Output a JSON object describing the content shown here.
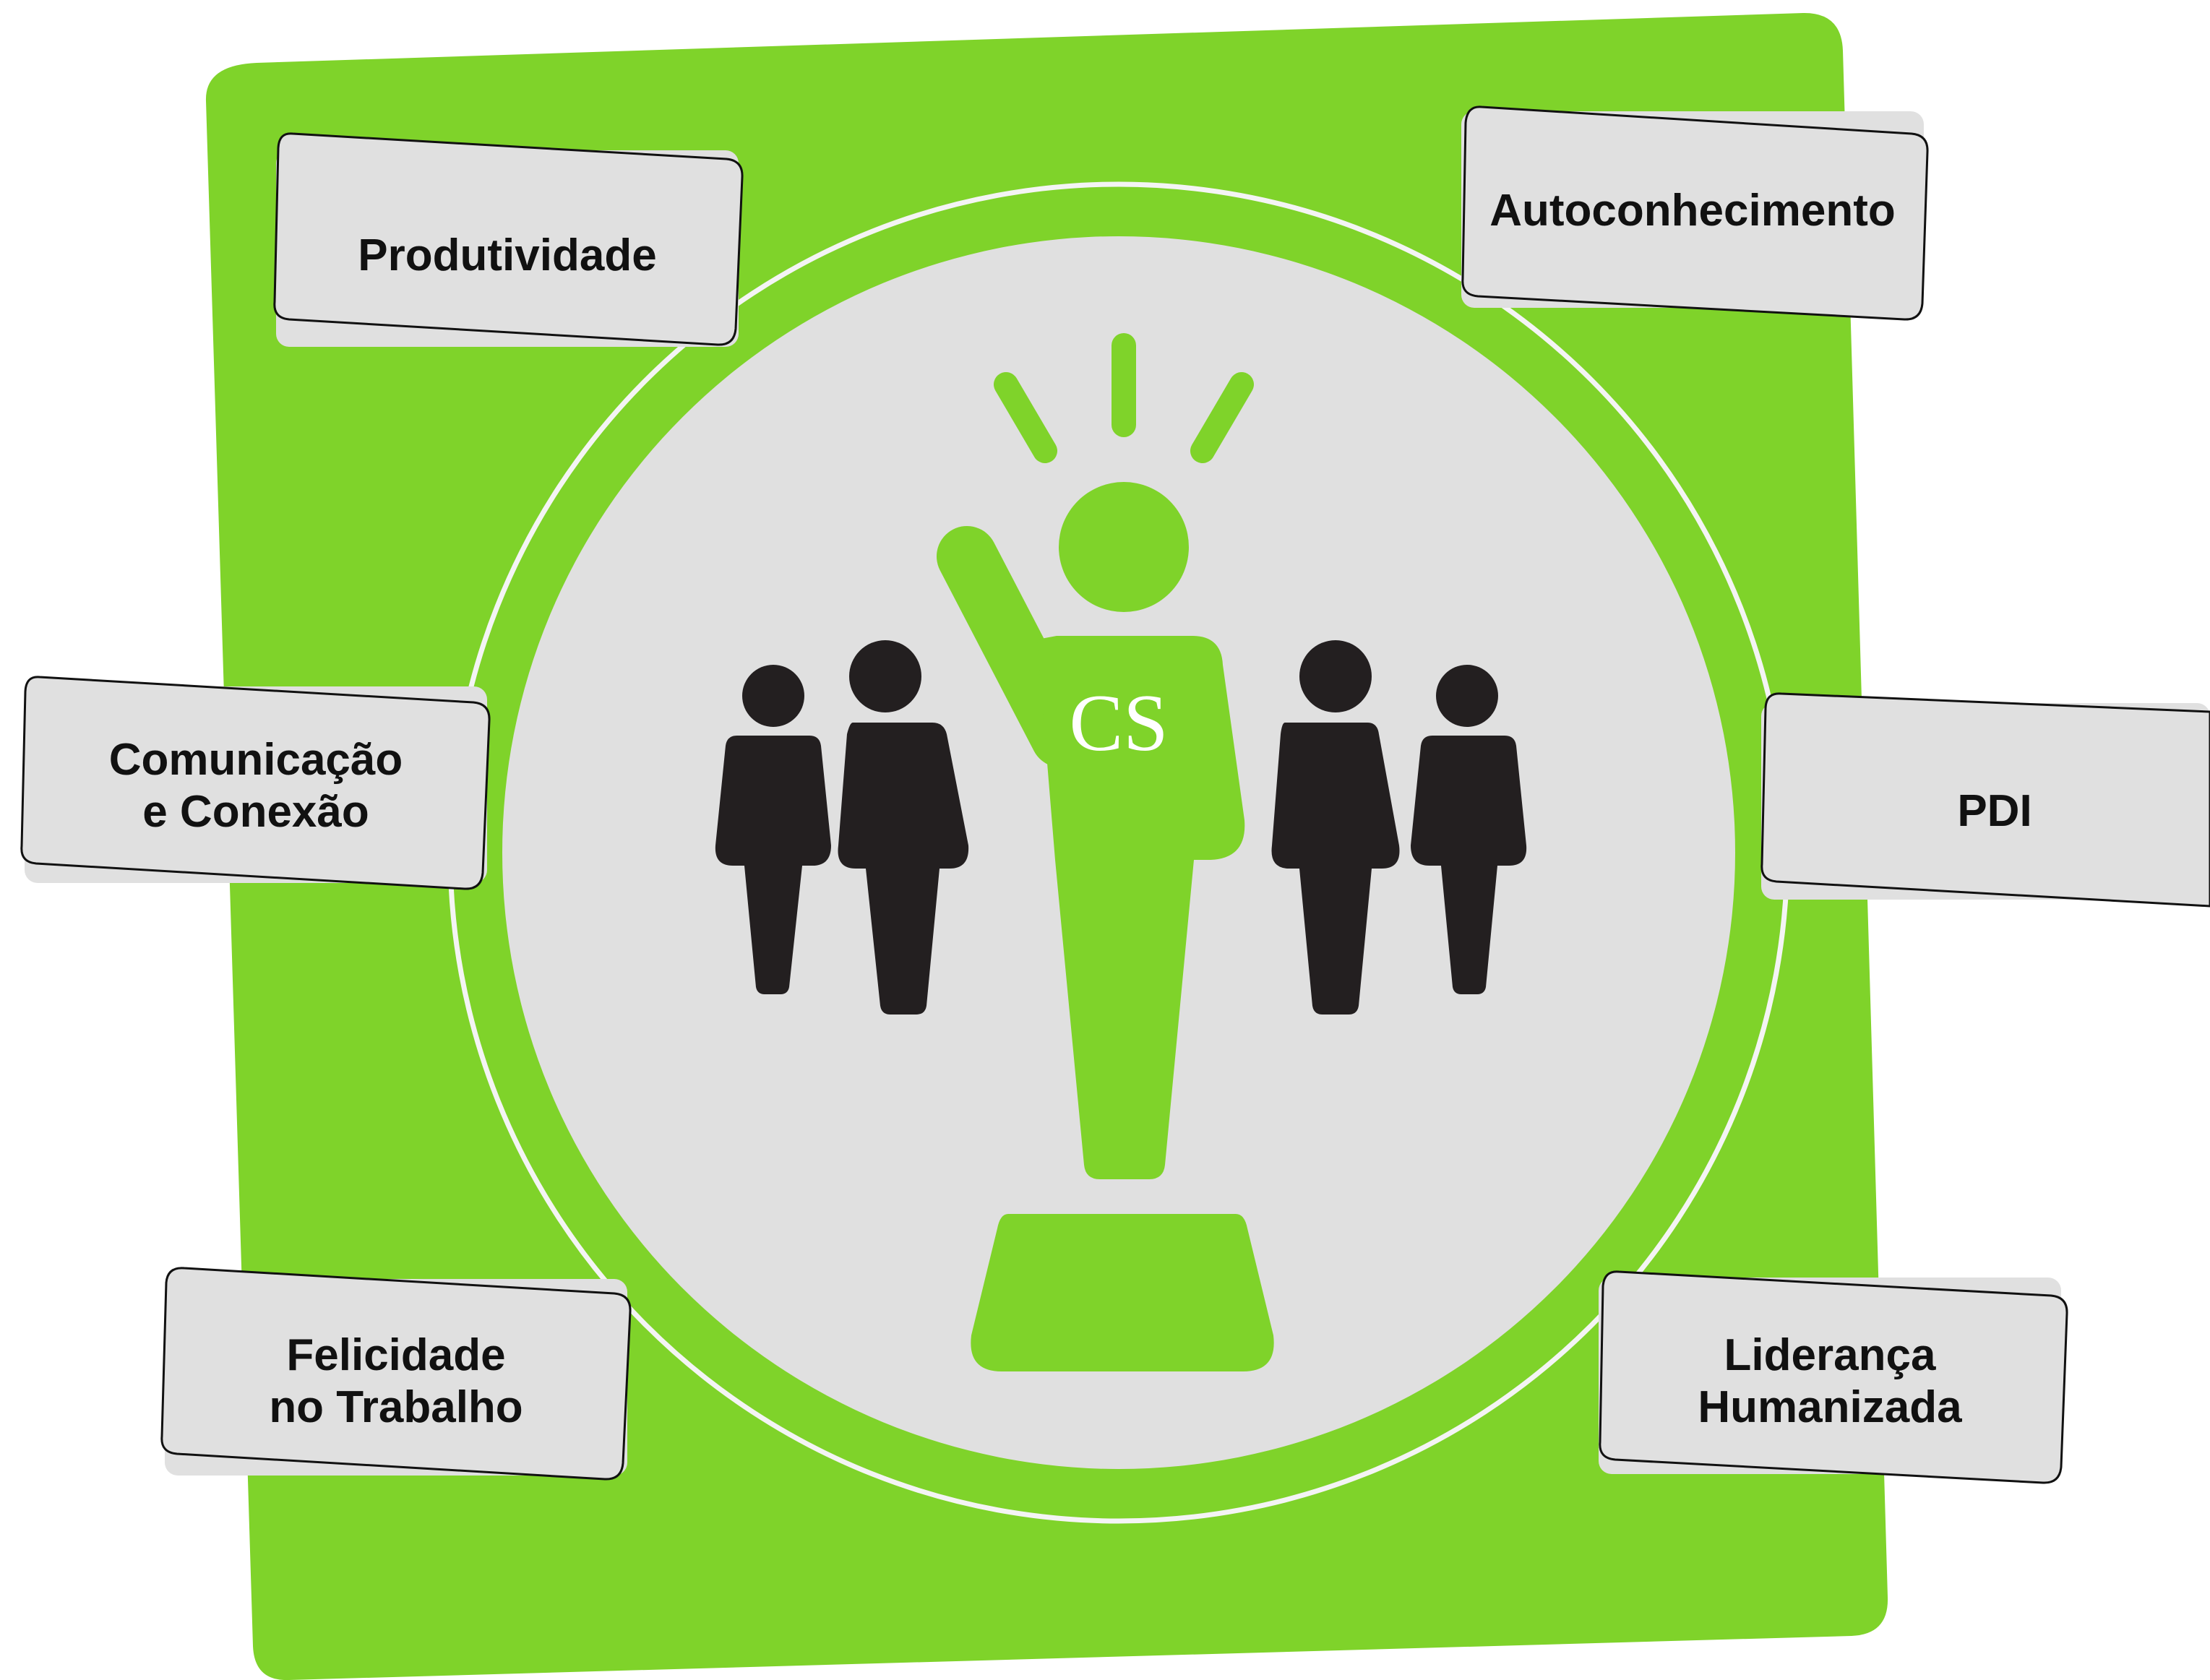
{
  "diagram": {
    "colors": {
      "green": "#7FD32A",
      "card": "#E0E0E0",
      "figure": "#231F20",
      "outline": "#111111",
      "ring": "#F4F4F4"
    },
    "center_icon": "leader-raising-hand-with-team-icon",
    "logo_text": "CS",
    "topics": [
      {
        "id": "produtividade",
        "lines": [
          "Produtividade"
        ]
      },
      {
        "id": "autoconhecimento",
        "lines": [
          "Autoconhecimento"
        ]
      },
      {
        "id": "comunicacao",
        "lines": [
          "Comunicação",
          "e Conexão"
        ]
      },
      {
        "id": "pdi",
        "lines": [
          "PDI"
        ]
      },
      {
        "id": "felicidade",
        "lines": [
          "Felicidade",
          "no Trabalho"
        ]
      },
      {
        "id": "lideranca",
        "lines": [
          "Liderança",
          "Humanizada"
        ]
      }
    ]
  }
}
